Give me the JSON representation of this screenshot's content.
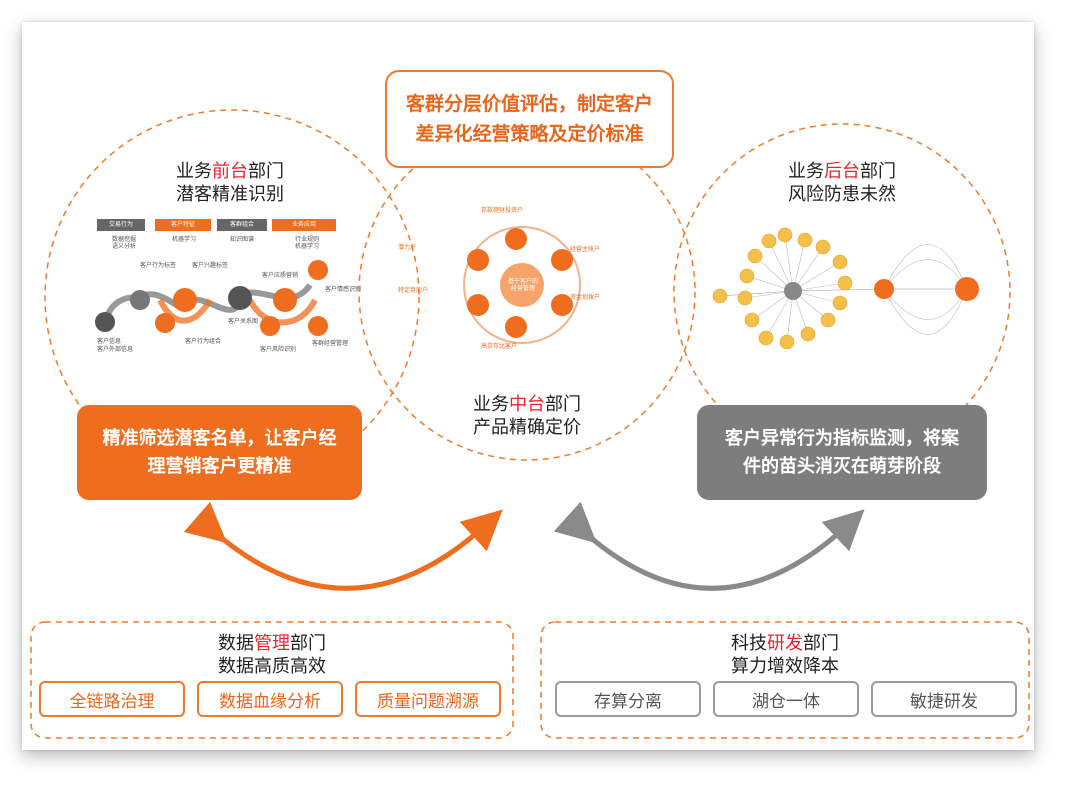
{
  "top_box": {
    "line1": "客群分层价值评估，制定客户",
    "line2": "差异化经营策略及定价标准"
  },
  "front": {
    "pre": "业务",
    "hl": "前台",
    "post": "部门",
    "sub": "潜客精准识别",
    "box1": "精准筛选潜客名单，让客户经",
    "box2": "理营销客户更精准",
    "headers": [
      "交易行为",
      "客户特征",
      "客群组合",
      "业务应用"
    ],
    "col1": [
      "数据挖掘",
      "语义分析"
    ],
    "col2": [
      "机器学习"
    ],
    "col3": [
      "知识图谱"
    ],
    "col4": [
      "行业规则",
      "机器学习"
    ],
    "items": [
      "客户行为标签",
      "客户信息",
      "客户外部信息",
      "客户兴趣标签",
      "客户行为组合",
      "客户应质营销",
      "客户情感识别",
      "客户风险识别",
      "客群经营管理",
      "客户关系图"
    ]
  },
  "middle": {
    "pre": "业务",
    "hl": "中台",
    "post": "部门",
    "sub": "产品精确定价",
    "center": "基于客户的经营管理",
    "segments": [
      "存款理财投资户",
      "经营主账户",
      "资金划拨户",
      "高贷存比客户",
      "特定目的户",
      "潜力户"
    ]
  },
  "back": {
    "pre": "业务",
    "hl": "后台",
    "post": "部门",
    "sub": "风险防患未然",
    "box1": "客户异常行为指标监测，将案",
    "box2": "件的苗头消灭在萌芽阶段"
  },
  "data_mgmt": {
    "pre": "数据",
    "hl": "管理",
    "post": "部门",
    "sub": "数据高质高效",
    "pills": [
      "全链路治理",
      "数据血缘分析",
      "质量问题溯源"
    ]
  },
  "tech": {
    "pre": "科技",
    "hl": "研发",
    "post": "部门",
    "sub": "算力增效降本",
    "pills": [
      "存算分离",
      "湖仓一体",
      "敏捷研发"
    ]
  },
  "colors": {
    "accent": "#ee6d1e",
    "gray": "#7d7d7d",
    "highlight": "#e3262b"
  }
}
